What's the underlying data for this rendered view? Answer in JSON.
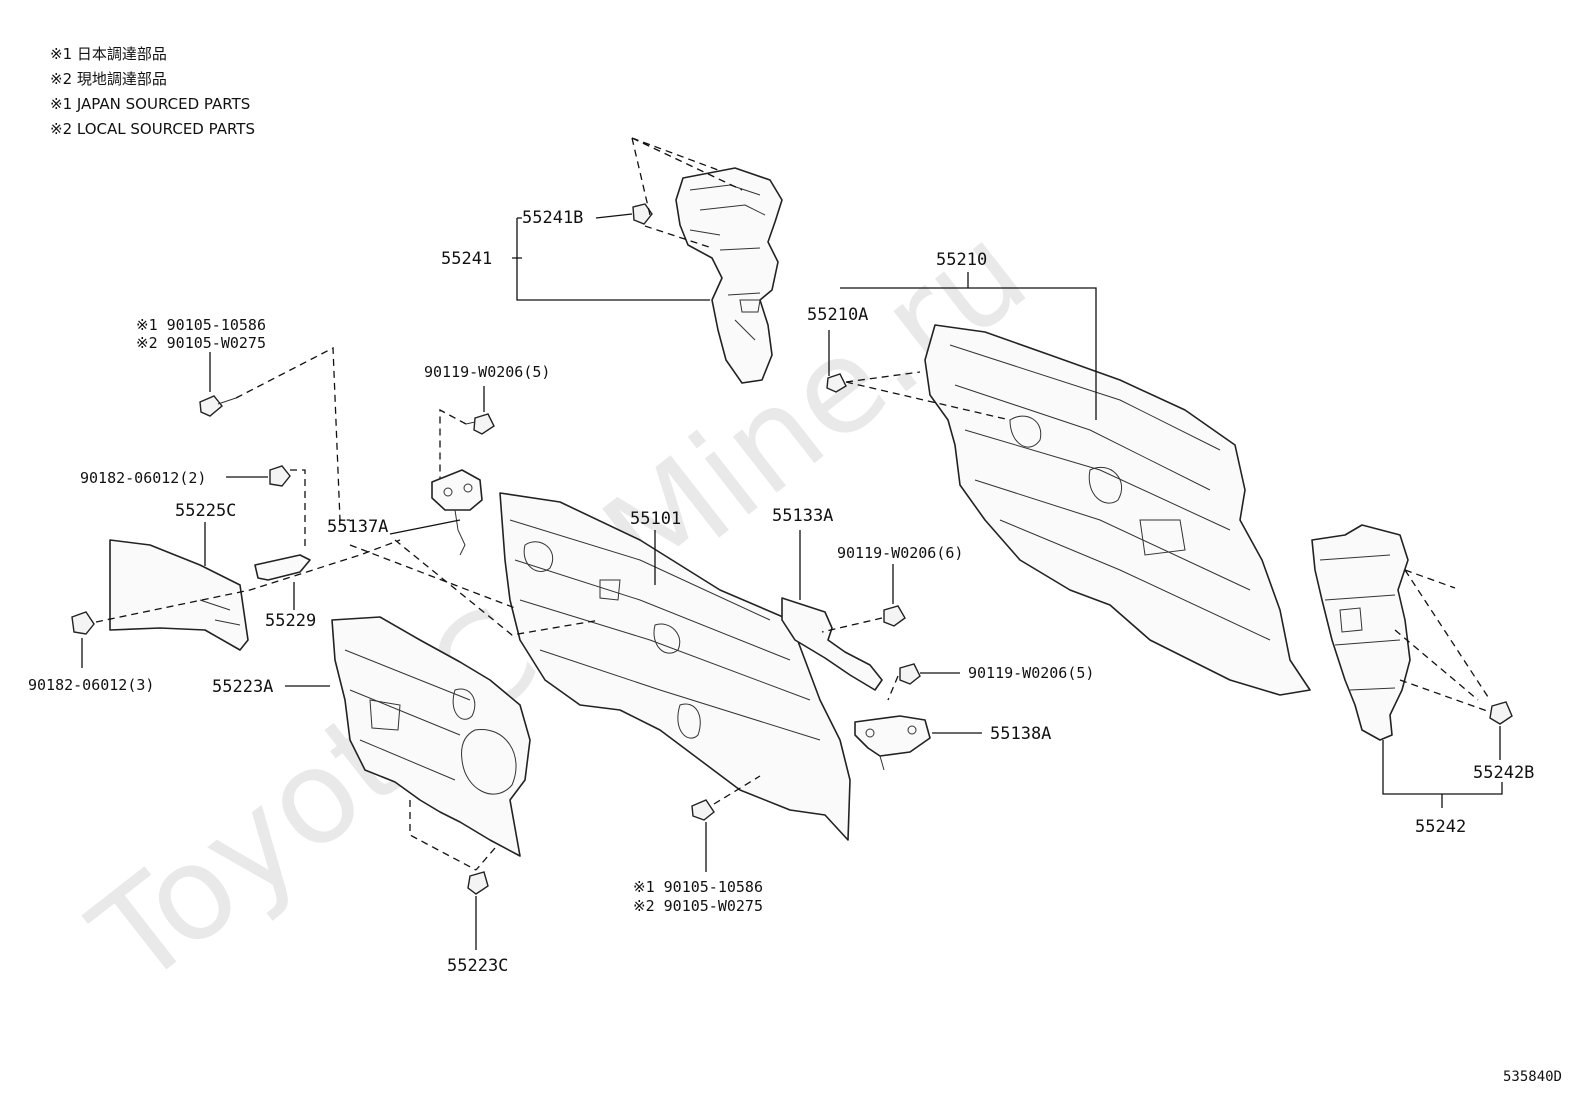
{
  "notes": [
    "※1  日本調達部品",
    "※2  現地調達部品",
    "※1  JAPAN SOURCED PARTS",
    "※2  LOCAL SOURCED PARTS"
  ],
  "watermark": "ToyotaCarMine.ru",
  "labels": {
    "p55241B": "55241B",
    "p55241": "55241",
    "p55210": "55210",
    "p55210A": "55210A",
    "bolt1_a": "※1 90105-10586",
    "bolt1_b": "※2 90105-W0275",
    "p90119_a": "90119-W0206(5)",
    "p90182_a": "90182-06012(2)",
    "p55225C": "55225C",
    "p55137A": "55137A",
    "p55101": "55101",
    "p55133A": "55133A",
    "p90119_b": "90119-W0206(6)",
    "p55229": "55229",
    "p90182_b": "90182-06012(3)",
    "p55223A": "55223A",
    "p90119_c": "90119-W0206(5)",
    "p55138A": "55138A",
    "p55242B": "55242B",
    "p55242": "55242",
    "bolt2_a": "※1 90105-10586",
    "bolt2_b": "※2 90105-W0275",
    "p55223C": "55223C"
  },
  "doc_id": "535840D"
}
